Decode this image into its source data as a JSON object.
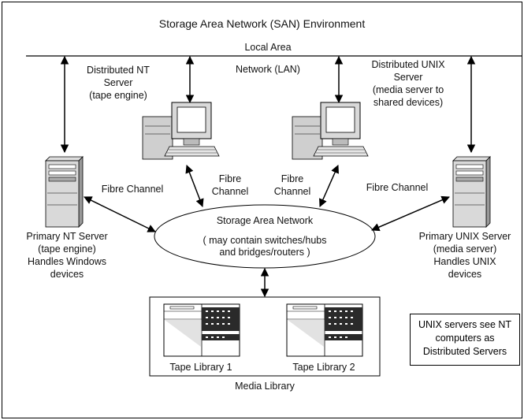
{
  "title": "Storage Area Network (SAN) Environment",
  "lan": {
    "label_top": "Local Area",
    "label_bottom": "Network (LAN)"
  },
  "dist_nt": [
    "Distributed NT",
    "Server",
    "(tape engine)"
  ],
  "dist_unix": [
    "Distributed UNIX",
    "Server",
    "(media server to",
    "shared devices)"
  ],
  "fibre_left": "Fibre Channel",
  "fibre_ml": [
    "Fibre",
    "Channel"
  ],
  "fibre_mr": [
    "Fibre",
    "Channel"
  ],
  "fibre_right": "Fibre Channel",
  "san": {
    "title": "Storage Area Network",
    "line1": "( may contain switches/hubs",
    "line2": "and bridges/routers )"
  },
  "primary_nt": [
    "Primary NT Server",
    "(tape engine)",
    "Handles Windows",
    "devices"
  ],
  "primary_unix": [
    "Primary UNIX Server",
    "(media server)",
    "Handles UNIX",
    "devices"
  ],
  "tape_library_1": "Tape Library 1",
  "tape_library_2": "Tape Library 2",
  "media_library": "Media Library",
  "note": [
    "UNIX servers see NT",
    "computers as",
    "Distributed Servers"
  ]
}
